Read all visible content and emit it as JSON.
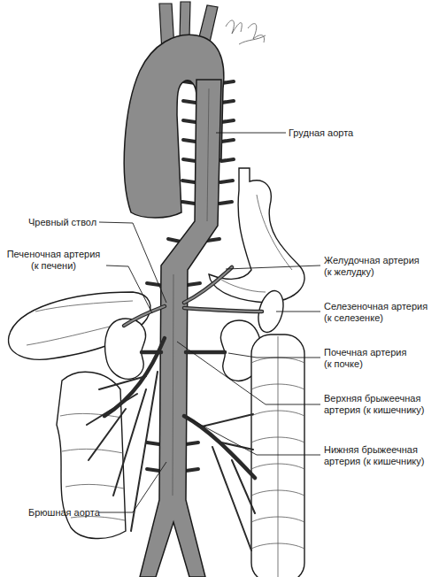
{
  "diagram": {
    "labels": [
      "Грудная аорта",
      "Чревный ствол",
      "Печеночная артерия (к печени)",
      "Желудочная артерия (к желудку)",
      "Селезеночная артерия (к селезенке)",
      "Почечная артерия (к почке)",
      "Верхняя брыжеечная артерия (к кишечнику)",
      "Нижняя брыжеечная артерия (к кишечнику)",
      "Брюшная аорта"
    ]
  }
}
